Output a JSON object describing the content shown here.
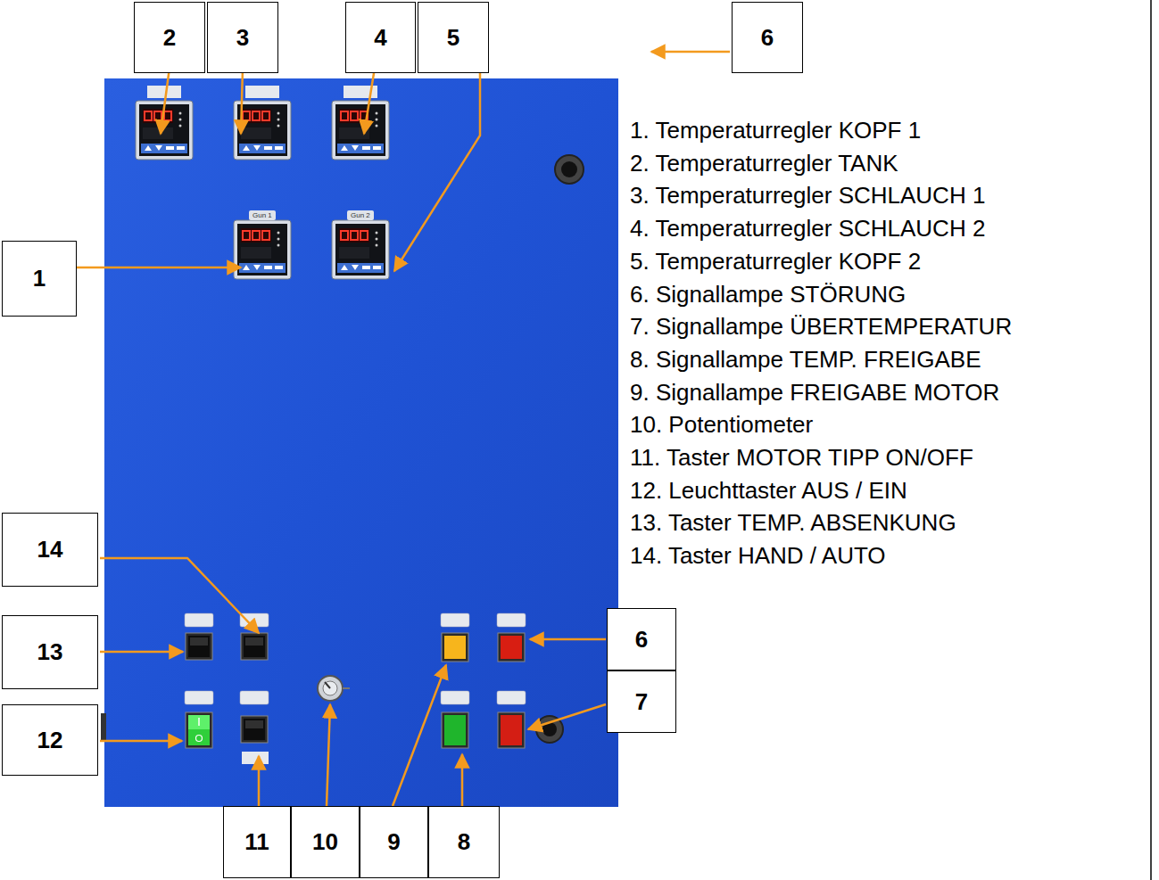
{
  "diagram": {
    "nodes": [
      {
        "text": [
          "2"
        ]
      },
      {
        "text": [
          "3"
        ]
      },
      {
        "text": [
          "4"
        ]
      },
      {
        "text": [
          "5"
        ]
      },
      {
        "text": [
          "6"
        ]
      },
      {
        "text": [
          "1"
        ]
      },
      {
        "text": [
          "14"
        ]
      },
      {
        "text": [
          "13"
        ]
      },
      {
        "text": [
          "6"
        ]
      },
      {
        "text": [
          "12"
        ]
      },
      {
        "text": [
          "7"
        ]
      },
      {
        "text": [
          "11"
        ]
      },
      {
        "text": [
          "10"
        ]
      },
      {
        "text": [
          "9"
        ]
      },
      {
        "text": [
          "8"
        ]
      }
    ],
    "labels": [
      "1. Temperaturregler KOPF 1",
      "2. Temperaturregler TANK",
      "3. Temperaturregler SCHLAUCH 1",
      "4. Temperaturregler SCHLAUCH 2",
      "5. Temperaturregler KOPF 2",
      "6. Signallampe STÖRUNG",
      "7. Signallampe ÜBERTEMPERATUR",
      "8. Signallampe TEMP. FREIGABE",
      "9. Signallampe FREIGABE MOTOR",
      "10. Potentiometer",
      "11. Taster MOTOR TIPP ON/OFF",
      "12. Leuchttaster AUS / EIN",
      "13. Taster TEMP. ABSENKUNG",
      "14. Taster HAND / AUTO",
      "Gun 1",
      "Gun 2"
    ]
  }
}
